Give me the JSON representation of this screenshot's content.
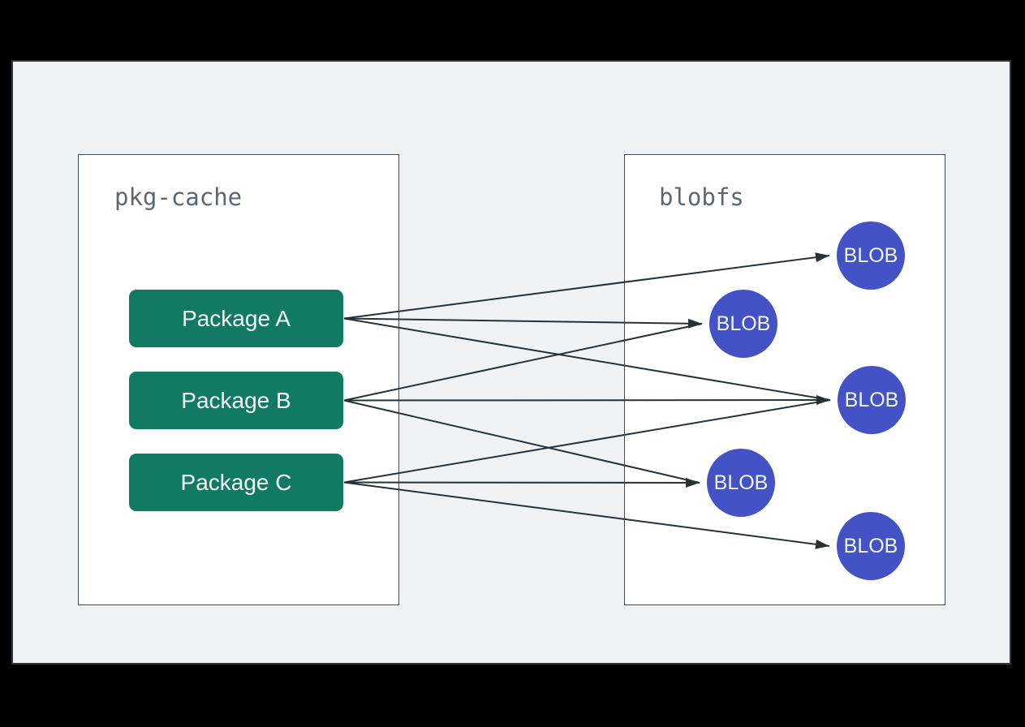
{
  "diagram": {
    "pkg_cache": {
      "title": "pkg-cache",
      "packages": [
        {
          "id": "pkg_a",
          "label": "Package A"
        },
        {
          "id": "pkg_b",
          "label": "Package B"
        },
        {
          "id": "pkg_c",
          "label": "Package C"
        }
      ]
    },
    "blobfs": {
      "title": "blobfs",
      "blobs": [
        {
          "id": "blob_1",
          "label": "BLOB"
        },
        {
          "id": "blob_2",
          "label": "BLOB"
        },
        {
          "id": "blob_3",
          "label": "BLOB"
        },
        {
          "id": "blob_4",
          "label": "BLOB"
        },
        {
          "id": "blob_5",
          "label": "BLOB"
        }
      ]
    },
    "edges": [
      {
        "from": "pkg_a",
        "to": "blob_1"
      },
      {
        "from": "pkg_a",
        "to": "blob_2"
      },
      {
        "from": "pkg_a",
        "to": "blob_3"
      },
      {
        "from": "pkg_b",
        "to": "blob_2"
      },
      {
        "from": "pkg_b",
        "to": "blob_3"
      },
      {
        "from": "pkg_b",
        "to": "blob_4"
      },
      {
        "from": "pkg_c",
        "to": "blob_3"
      },
      {
        "from": "pkg_c",
        "to": "blob_4"
      },
      {
        "from": "pkg_c",
        "to": "blob_5"
      }
    ],
    "colors": {
      "package_fill": "#117A65",
      "blob_fill": "#4352C4",
      "arrow": "#263238",
      "panel_bg": "#FFFFFF",
      "panel_border": "#454C54",
      "title_text": "#5C666F",
      "label_text": "#F4F6F5",
      "page_bg": "#F1F2F4",
      "frame_border": "#2D353E",
      "outer_bg": "#000000"
    }
  }
}
